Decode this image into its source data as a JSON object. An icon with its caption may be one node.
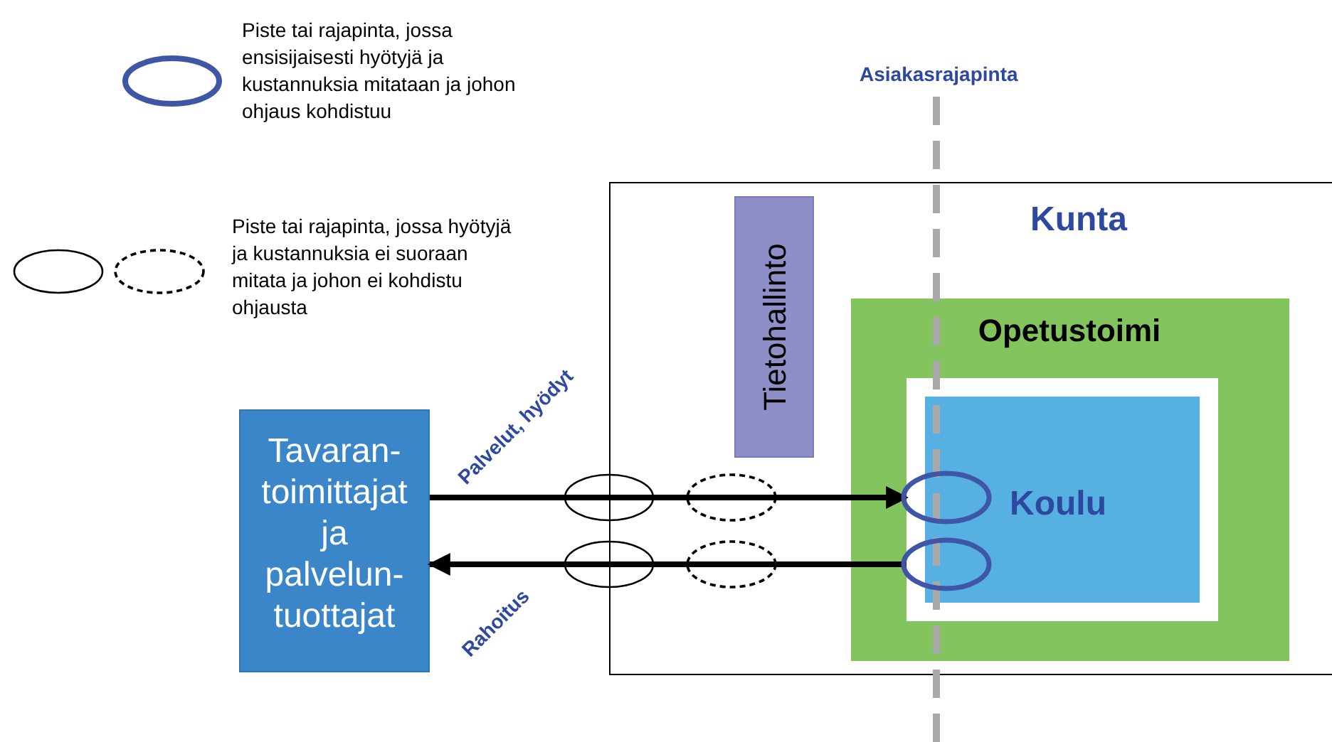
{
  "diagram": {
    "nodes": [
      {
        "text": [
          "Kunta"
        ]
      },
      {
        "text": [
          "Tietohallinto"
        ],
        "in": 0
      },
      {
        "text": [
          "Opetustoimi"
        ],
        "in": 0
      },
      {
        "text": [
          "Koulu"
        ],
        "in": 2
      },
      {
        "text": [
          "Tavaran- toimittajat ja palvelun- tuottajat"
        ]
      }
    ],
    "edges": [
      {
        "from": 4,
        "to": 3,
        "arrow": "to",
        "label": "Palvelut, hyödyt"
      },
      {
        "from": 3,
        "to": 4,
        "arrow": "to",
        "label": "Rahoitus"
      }
    ],
    "labels": [
      "Asiakasrajapinta"
    ],
    "legend": [
      {
        "text": "Piste tai rajapinta, jossa ensisijaisesti hyötyjä ja kustannuksia mitataan ja johon ohjaus kohdistuu"
      },
      {
        "text": "Piste tai rajapinta, jossa hyötyjä ja kustannuksia ei suoraan mitata ja johon ei kohdistu ohjausta"
      }
    ]
  }
}
